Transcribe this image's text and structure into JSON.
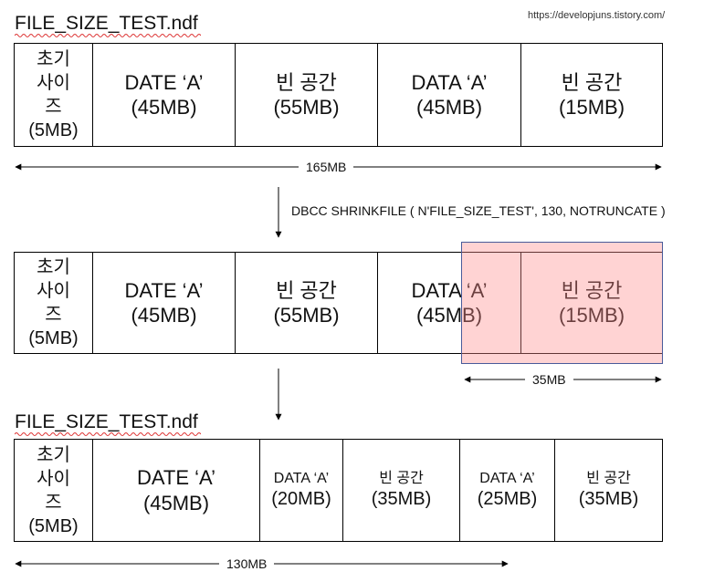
{
  "watermark": "https://developjuns.tistory.com/",
  "file_title_top": "FILE_SIZE_TEST.ndf",
  "file_title_bottom": "FILE_SIZE_TEST.ndf",
  "row1": {
    "cells": [
      {
        "line1": "초기",
        "line2": "사이",
        "line3": "즈",
        "line4": "(5MB)"
      },
      {
        "line1": "DATE ‘A’",
        "line2": "(45MB)"
      },
      {
        "line1": "빈 공간",
        "line2": "(55MB)"
      },
      {
        "line1": "DATA ‘A’",
        "line2": "(45MB)"
      },
      {
        "line1": "빈 공간",
        "line2": "(15MB)"
      }
    ],
    "total_label": "165MB"
  },
  "command": "DBCC SHRINKFILE ( N'FILE_SIZE_TEST', 130, NOTRUNCATE )",
  "row2": {
    "cells": [
      {
        "line1": "초기",
        "line2": "사이",
        "line3": "즈",
        "line4": "(5MB)"
      },
      {
        "line1": "DATE ‘A’",
        "line2": "(45MB)"
      },
      {
        "line1": "빈 공간",
        "line2": "(55MB)"
      },
      {
        "line1": "DATA ‘A’",
        "line2": "(45MB)"
      },
      {
        "line1": "빈 공간",
        "line2": "(15MB)"
      }
    ],
    "shrink_label": "35MB",
    "highlight_color": "#ff8c8c"
  },
  "row3": {
    "cells": [
      {
        "line1": "초기",
        "line2": "사이",
        "line3": "즈",
        "line4": "(5MB)"
      },
      {
        "line1": "DATE ‘A’",
        "line2": "(45MB)"
      },
      {
        "line1": "DATA ‘A’",
        "line2": "(20MB)"
      },
      {
        "line1": "빈 공간",
        "line2": "(35MB)"
      },
      {
        "line1": "DATA ‘A’",
        "line2": "(25MB)"
      },
      {
        "line1": "빈 공간",
        "line2": "(35MB)"
      }
    ],
    "total_label": "130MB"
  }
}
